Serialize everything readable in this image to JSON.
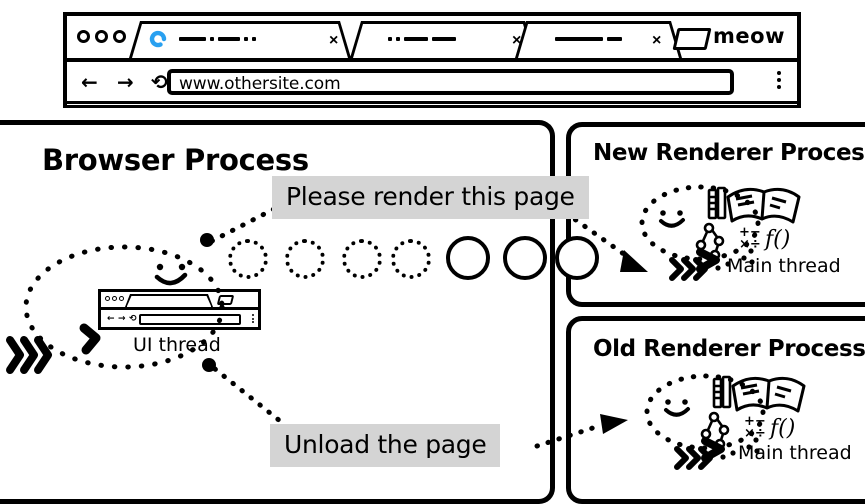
{
  "browser_window": {
    "url": "www.othersite.com",
    "profile_label": "meow",
    "nav": {
      "back": "←",
      "forward": "→",
      "reload": "⟳"
    },
    "tabs": [
      {
        "name": "tab-1-loading",
        "close": "×",
        "loading": true
      },
      {
        "name": "tab-2",
        "close": "×",
        "loading": false
      },
      {
        "name": "tab-3",
        "close": "×",
        "loading": false
      }
    ],
    "window_dots": 3,
    "menu_icon": "kebab-menu-icon",
    "newtab_icon": "new-tab-icon"
  },
  "panels": {
    "browser_process": {
      "title": "Browser Process",
      "ui_thread_label": "UI thread",
      "ui_thread_icon": "browser-window-icon",
      "dotted_circles": 4,
      "solid_circles": 3
    },
    "new_renderer": {
      "title": "New Renderer Process",
      "main_thread_label": "Main thread",
      "icons": [
        "book-icon",
        "pencil-ruler-icon",
        "dom-tree-icon",
        "math-symbols-icon",
        "function-icon",
        "smiley-face-icon"
      ]
    },
    "old_renderer": {
      "title": "Old Renderer Process",
      "main_thread_label": "Main thread",
      "icons": [
        "book-icon",
        "pencil-ruler-icon",
        "dom-tree-icon",
        "math-symbols-icon",
        "function-icon",
        "smiley-face-icon"
      ]
    }
  },
  "callouts": {
    "render": "Please render this page",
    "unload": "Unload the page"
  },
  "colors": {
    "ink": "#000000",
    "callout_bg": "#d4d4d4",
    "spinner_blue": "#29a0f0",
    "page_bg": "#ffffff"
  }
}
